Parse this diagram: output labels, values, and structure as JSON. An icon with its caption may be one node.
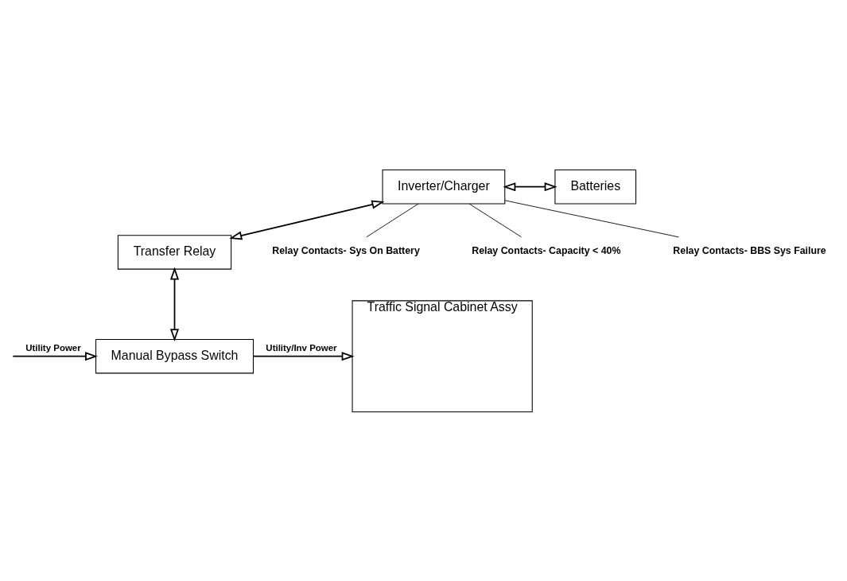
{
  "diagram": {
    "nodes": [
      {
        "text": [
          "Inverter/Charger"
        ]
      },
      {
        "text": [
          "Batteries"
        ]
      },
      {
        "text": [
          "Transfer Relay"
        ]
      },
      {
        "text": [
          "Manual Bypass Switch"
        ]
      },
      {
        "text": [
          "Traffic Signal Cabinet Assy"
        ]
      },
      {
        "text": [
          "Relay Contacts- Sys On Battery"
        ]
      },
      {
        "text": [
          "Relay Contacts- Capacity < 40%"
        ]
      },
      {
        "text": [
          "Relay Contacts- BBS Sys Failure"
        ]
      }
    ],
    "edges": [
      {
        "from": 0,
        "to": 1,
        "arrow": "both"
      },
      {
        "from": 0,
        "to": 2,
        "arrow": "both"
      },
      {
        "from": 2,
        "to": 3,
        "arrow": "both"
      },
      {
        "from": null,
        "to": 3,
        "arrow": "to",
        "label": "Utility Power"
      },
      {
        "from": 3,
        "to": 4,
        "arrow": "to",
        "label": "Utility/Inv Power"
      },
      {
        "from": 0,
        "to": 5,
        "arrow": "none"
      },
      {
        "from": 0,
        "to": 6,
        "arrow": "none"
      },
      {
        "from": 0,
        "to": 7,
        "arrow": "none"
      }
    ]
  }
}
